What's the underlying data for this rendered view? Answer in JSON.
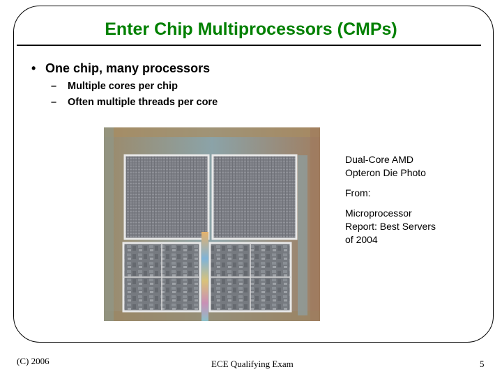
{
  "slide": {
    "title": "Enter Chip Multiprocessors (CMPs)",
    "bullet": "One chip, many processors",
    "sub_bullets": [
      "Multiple cores per chip",
      "Often multiple threads per core"
    ],
    "caption": {
      "line1": "Dual-Core AMD",
      "line2": "Opteron Die Photo",
      "line3": "From:",
      "line4": "Microprocessor",
      "line5": "Report: Best Servers",
      "line6": "of 2004"
    },
    "colors": {
      "title": "#008000"
    }
  },
  "footer": {
    "copyright": "(C) 2006",
    "center": "ECE Qualifying Exam",
    "page": "5"
  }
}
